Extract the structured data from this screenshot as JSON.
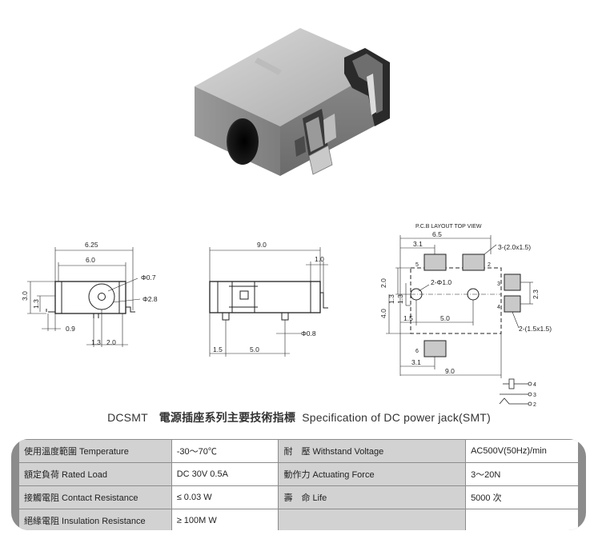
{
  "pcb": {
    "heading": "P.C.B LAYOUT    TOP VIEW"
  },
  "dims": {
    "front": {
      "w625": "6.25",
      "w60": "6.0",
      "d07": "Φ0.7",
      "d28": "Φ2.8",
      "h30": "3.0",
      "h13": "1.3",
      "w09": "0.9",
      "w13": "1.3",
      "w20": "2.0"
    },
    "side": {
      "w90": "9.0",
      "w10": "1.0",
      "d08": "Φ0.8",
      "w15": "1.5",
      "w50": "5.0"
    },
    "pcb": {
      "w65": "6.5",
      "w31": "3.1",
      "pad3": "3-(2.0x1.5)",
      "d10": "2-Φ1.0",
      "h20": "2.0",
      "h13": "1.3",
      "h13b": "1.3",
      "h40": "4.0",
      "h23": "2.3",
      "w15": "1.5",
      "w50": "5.0",
      "pad2": "2-(1.5x1.5)",
      "w31b": "3.1",
      "w90": "9.0",
      "p5": "5",
      "p2": "2",
      "p3": "3",
      "p4": "4",
      "p6": "6"
    },
    "pins": {
      "n4": "4",
      "n3": "3",
      "n2": "2"
    }
  },
  "title": {
    "model": "DCSMT",
    "cn": "電源插座系列主要技術指標",
    "en": "Specification of DC power jack(SMT)"
  },
  "spec": {
    "rows": [
      {
        "l1": "使用溫度範圍 Temperature",
        "v1": "-30～70℃",
        "l2": "耐　壓 Withstand Voltage",
        "v2": "AC500V(50Hz)/min"
      },
      {
        "l1": "額定負荷  Rated Load",
        "v1": "DC  30V  0.5A",
        "l2": "動作力  Actuating Force",
        "v2": "3～20N"
      },
      {
        "l1": "接觸電阻  Contact Resistance",
        "v1": "≤ 0.03 W",
        "l2": "壽　命  Life",
        "v2": "5000 次"
      },
      {
        "l1": "絕緣電阻  Insulation Resistance",
        "v1": "≥ 100M W",
        "l2": "",
        "v2": ""
      }
    ]
  }
}
